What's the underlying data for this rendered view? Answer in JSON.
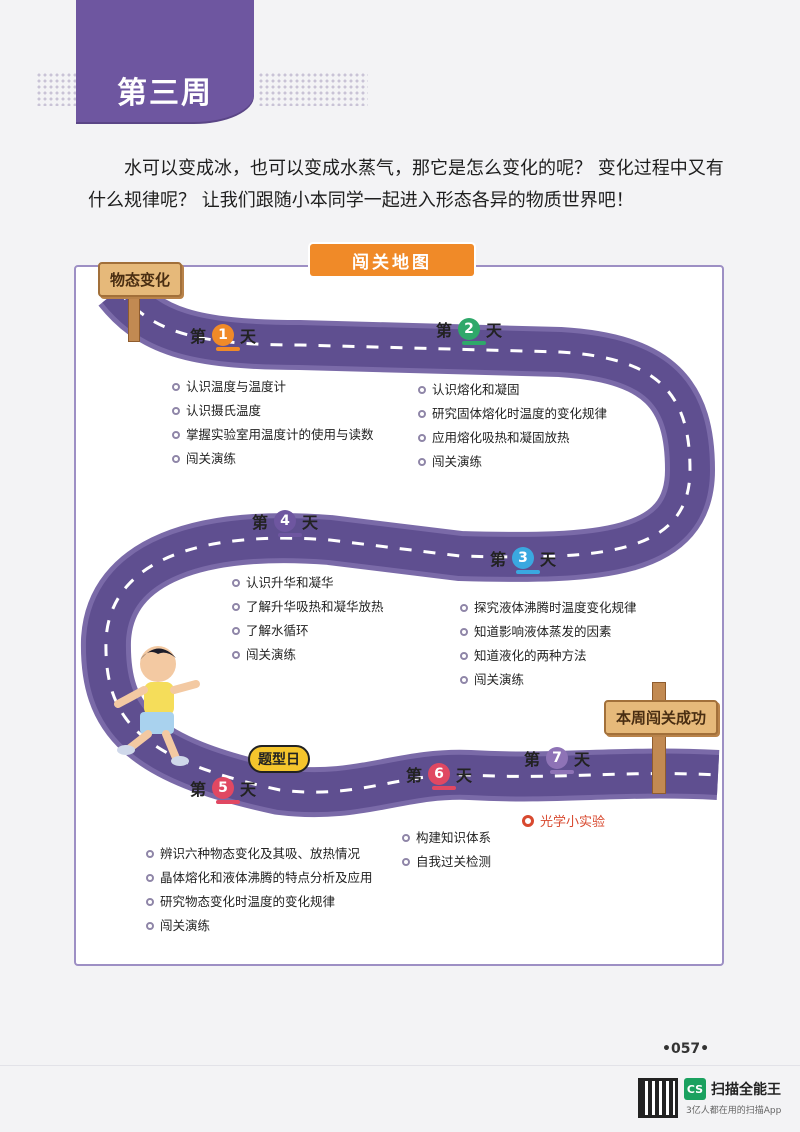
{
  "header": {
    "week_title": "第三周"
  },
  "intro": "水可以变成冰，也可以变成水蒸气，那它是怎么变化的呢？ 变化过程中又有什么规律呢？ 让我们跟随小本同学一起进入形态各异的物质世界吧！",
  "map": {
    "title": "闯关地图",
    "start_sign": "物态变化",
    "end_sign": "本周闯关成功",
    "bubble": "题型日",
    "experiment": "光学小实验",
    "days": [
      {
        "prefix": "第",
        "num": "1",
        "suffix": "天",
        "color": "#f08a28",
        "tasks": [
          "认识温度与温度计",
          "认识摄氏温度",
          "掌握实验室用温度计的使用与读数",
          "闯关演练"
        ]
      },
      {
        "prefix": "第",
        "num": "2",
        "suffix": "天",
        "color": "#2fa86a",
        "tasks": [
          "认识熔化和凝固",
          "研究固体熔化时温度的变化规律",
          "应用熔化吸热和凝固放热",
          "闯关演练"
        ]
      },
      {
        "prefix": "第",
        "num": "3",
        "suffix": "天",
        "color": "#3aa8e0",
        "tasks": [
          "探究液体沸腾时温度变化规律",
          "知道影响液体蒸发的因素",
          "知道液化的两种方法",
          "闯关演练"
        ]
      },
      {
        "prefix": "第",
        "num": "4",
        "suffix": "天",
        "color": "#6e56a0",
        "tasks": [
          "认识升华和凝华",
          "了解升华吸热和凝华放热",
          "了解水循环",
          "闯关演练"
        ]
      },
      {
        "prefix": "第",
        "num": "5",
        "suffix": "天",
        "color": "#e04862",
        "tasks": [
          "辨识六种物态变化及其吸、放热情况",
          "晶体熔化和液体沸腾的特点分析及应用",
          "研究物态变化时温度的变化规律",
          "闯关演练"
        ]
      },
      {
        "prefix": "第",
        "num": "6",
        "suffix": "天",
        "color": "#e04862",
        "tasks": [
          "构建知识体系",
          "自我过关检测"
        ]
      },
      {
        "prefix": "第",
        "num": "7",
        "suffix": "天",
        "color": "#8e73b6",
        "tasks": []
      }
    ]
  },
  "page_number": "•057•",
  "scanner": {
    "badge": "CS",
    "name": "扫描全能王",
    "tagline": "3亿人都在用的扫描App"
  }
}
